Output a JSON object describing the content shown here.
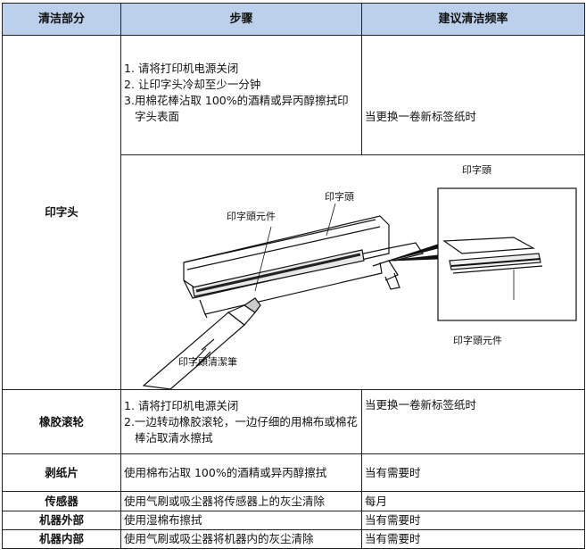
{
  "table": {
    "headers": [
      "清洁部分",
      "步骤",
      "建议清洁频率"
    ],
    "rows": [
      {
        "part": "印字头",
        "steps": [
          "1. 请将打印机电源关闭",
          "2. 让印字头冷却至少一分钟",
          "3.用棉花棒沾取  100%的酒精或异丙醇擦拭印字头表面"
        ],
        "frequency": "当更换一卷新标签纸时"
      },
      {
        "part": "橡胶滚轮",
        "steps": [
          "1. 请将打印机电源关闭",
          "2.一边转动橡胶滚轮，一边仔细的用棉布或棉花棒沾取清水擦拭"
        ],
        "frequency": "当更换一卷新标签纸时"
      },
      {
        "part": "剥纸片",
        "steps": [
          "使用棉布沾取 100%的酒精或异丙醇擦拭"
        ],
        "frequency": "当有需要时"
      },
      {
        "part": "传感器",
        "steps": [
          "使用气刷或吸尘器将传感器上的灰尘清除"
        ],
        "frequency": "每月"
      },
      {
        "part": "机器外部",
        "steps": [
          "使用湿棉布擦拭"
        ],
        "frequency": "当有需要时"
      },
      {
        "part": "机器内部",
        "steps": [
          "使用气刷或吸尘器将机器内的灰尘清除"
        ],
        "frequency": "当有需要时"
      }
    ]
  },
  "diagram": {
    "label_print_head": "印字頭",
    "label_print_head_element": "印字頭元件",
    "label_cleaning_pen": "印字頭清潔筆",
    "label_inset_title": "印字頭",
    "label_inset_element": "印字頭元件"
  }
}
